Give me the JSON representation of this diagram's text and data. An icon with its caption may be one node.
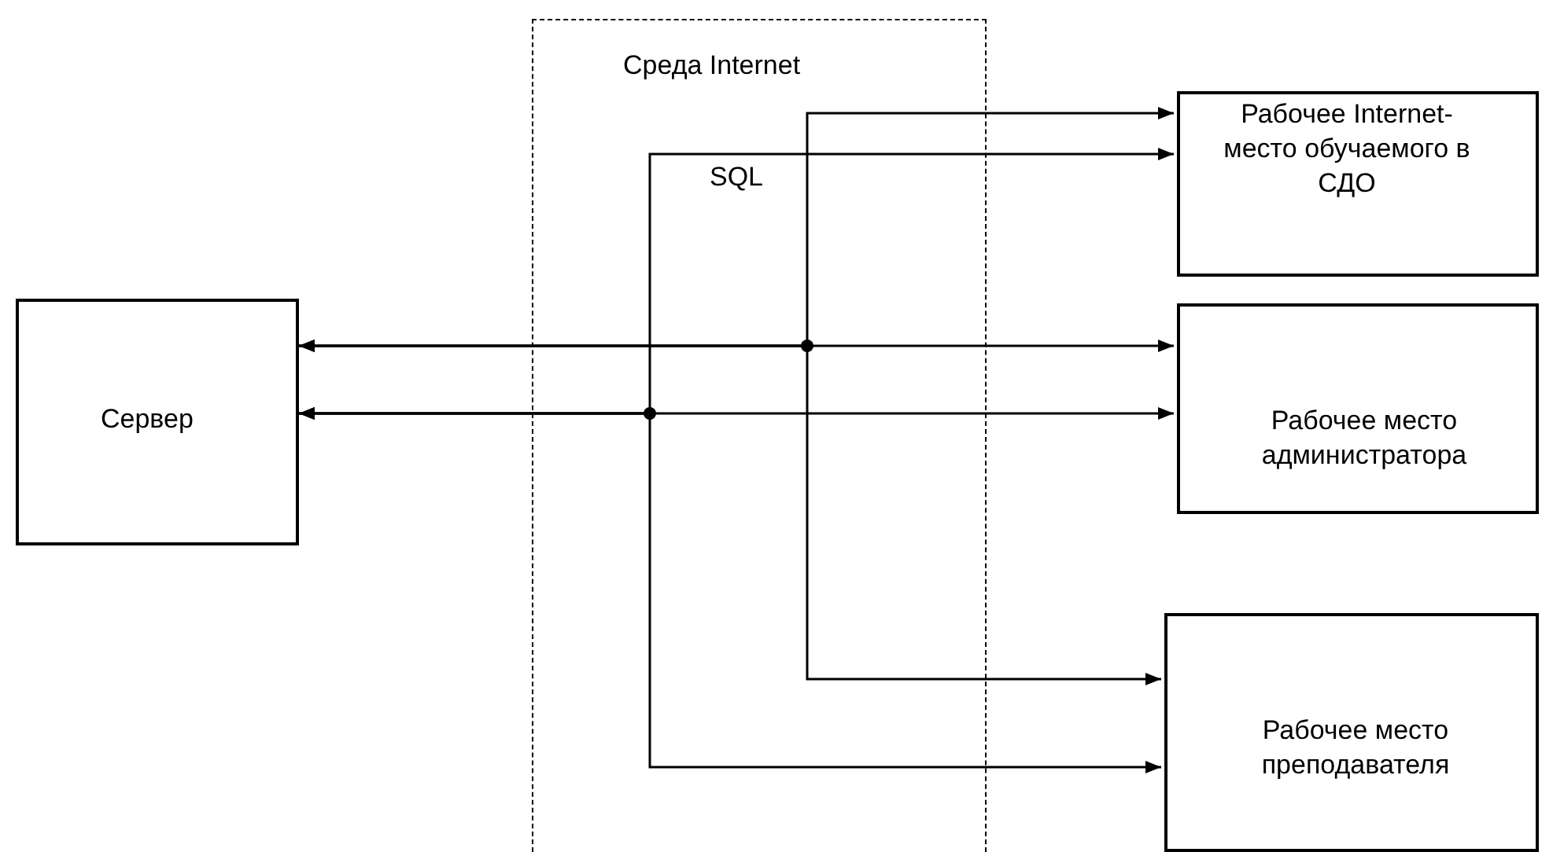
{
  "diagram": {
    "nodes": [
      {
        "text": [
          "Сервер"
        ]
      },
      {
        "text": [
          "Рабочее Internet-место обучаемого в СДО"
        ]
      },
      {
        "text": [
          "Рабочее место администратора"
        ]
      },
      {
        "text": [
          "Рабочее место преподавателя"
        ]
      }
    ],
    "edges": [
      {
        "from": 0,
        "to": 2,
        "arrow": "both"
      },
      {
        "from": 0,
        "to": 2,
        "arrow": "both"
      },
      {
        "from": 0,
        "to": 1,
        "arrow": "both"
      },
      {
        "from": 0,
        "to": 1,
        "arrow": "both",
        "label": "SQL"
      },
      {
        "from": 0,
        "to": 3,
        "arrow": "both"
      },
      {
        "from": 0,
        "to": 3,
        "arrow": "both"
      }
    ],
    "labels": [
      "Среда Internet"
    ]
  }
}
